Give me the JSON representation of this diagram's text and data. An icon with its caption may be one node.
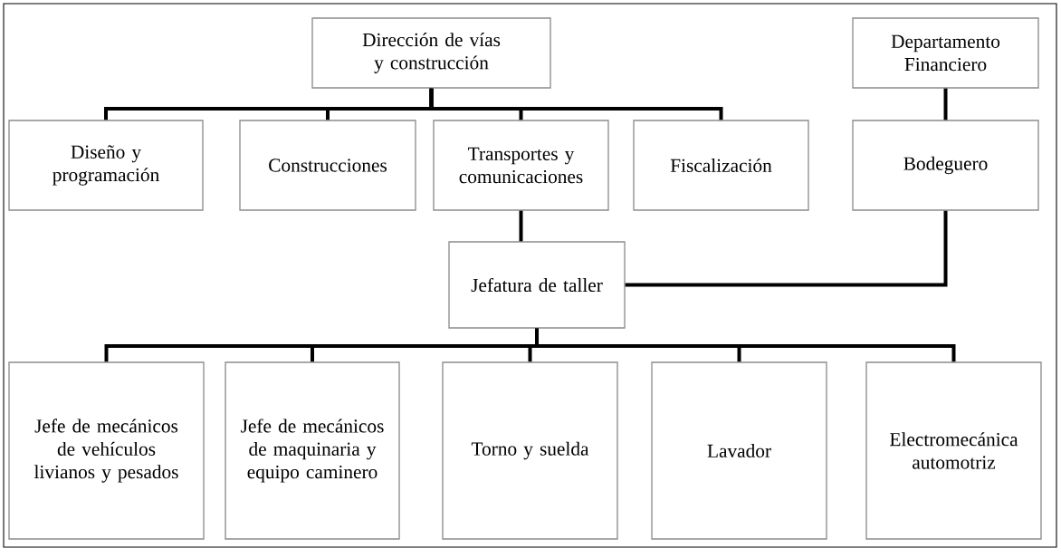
{
  "diagram": {
    "nodes": [
      {
        "text": [
          "Dirección de vías y construcción"
        ]
      },
      {
        "text": [
          "Departamento Financiero"
        ]
      },
      {
        "text": [
          "Diseño y programación"
        ]
      },
      {
        "text": [
          "Construcciones"
        ]
      },
      {
        "text": [
          "Transportes y comunicaciones"
        ]
      },
      {
        "text": [
          "Fiscalización"
        ]
      },
      {
        "text": [
          "Bodeguero"
        ]
      },
      {
        "text": [
          "Jefatura de taller"
        ]
      },
      {
        "text": [
          "Jefe de mecánicos de vehículos livianos y pesados"
        ]
      },
      {
        "text": [
          "Jefe de mecánicos de maquinaria y equipo caminero"
        ]
      },
      {
        "text": [
          "Torno y suelda"
        ]
      },
      {
        "text": [
          "Lavador"
        ]
      },
      {
        "text": [
          "Electromecánica automotriz"
        ]
      }
    ],
    "edges": [
      {
        "from": 0,
        "to": 2,
        "arrow": "none"
      },
      {
        "from": 0,
        "to": 3,
        "arrow": "none"
      },
      {
        "from": 0,
        "to": 4,
        "arrow": "none"
      },
      {
        "from": 0,
        "to": 5,
        "arrow": "none"
      },
      {
        "from": 1,
        "to": 6,
        "arrow": "none"
      },
      {
        "from": 4,
        "to": 7,
        "arrow": "none"
      },
      {
        "from": 6,
        "to": 7,
        "arrow": "none"
      },
      {
        "from": 7,
        "to": 8,
        "arrow": "none"
      },
      {
        "from": 7,
        "to": 9,
        "arrow": "none"
      },
      {
        "from": 7,
        "to": 10,
        "arrow": "none"
      },
      {
        "from": 7,
        "to": 11,
        "arrow": "none"
      },
      {
        "from": 7,
        "to": 12,
        "arrow": "none"
      }
    ]
  }
}
